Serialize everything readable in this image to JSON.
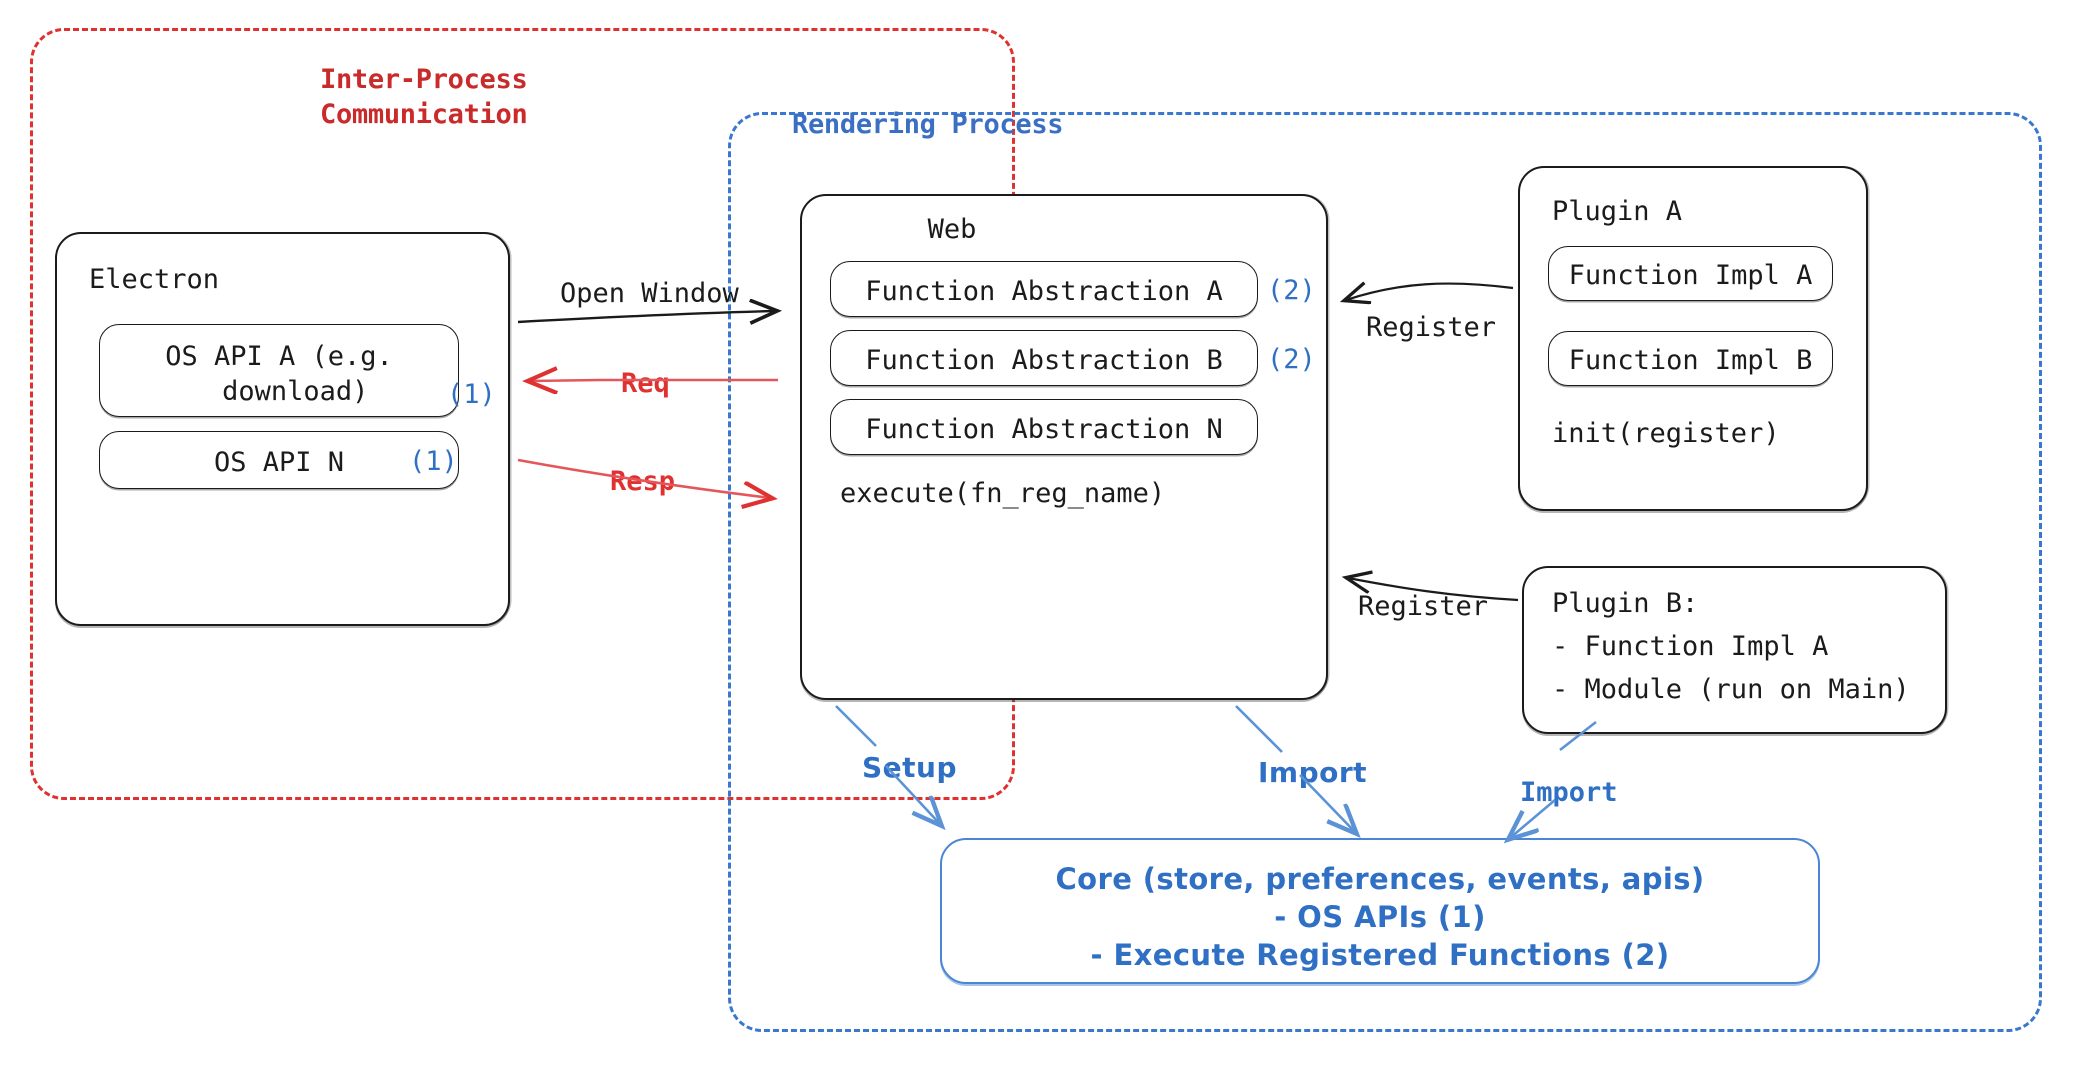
{
  "diagram": {
    "title": "Electron plugin architecture",
    "colors": {
      "ipc_red": "#e03131",
      "render_blue": "#3a78d0",
      "marker_blue": "#2f6fc4",
      "ink_black": "#1b1b1b"
    }
  },
  "groups": {
    "ipc": {
      "label": "Inter-Process\nCommunication"
    },
    "rendering": {
      "label": "Rendering Process"
    }
  },
  "electron": {
    "title": "Electron",
    "apis": [
      {
        "label": "OS API A (e.g.\n  download)",
        "marker": "(1)"
      },
      {
        "label": "OS API N",
        "marker": "(1)"
      }
    ]
  },
  "web": {
    "title": "Web",
    "abstractions": [
      {
        "label": "Function Abstraction A",
        "marker": "(2)"
      },
      {
        "label": "Function Abstraction B",
        "marker": "(2)"
      },
      {
        "label": "Function Abstraction N",
        "marker": ""
      }
    ],
    "footer": "execute(fn_reg_name)"
  },
  "plugin_a": {
    "title": "Plugin A",
    "items": [
      "Function Impl A",
      "Function Impl B"
    ],
    "footer": "init(register)"
  },
  "plugin_b": {
    "lines": [
      "Plugin B:",
      "- Function Impl A",
      "- Module (run on Main)"
    ]
  },
  "core": {
    "lines": [
      "Core (store, preferences, events, apis)",
      "- OS APIs (1)",
      "- Execute Registered Functions (2)"
    ]
  },
  "edges": {
    "open_window": "Open Window",
    "req": "Req",
    "resp": "Resp",
    "register_top": "Register",
    "register_bottom": "Register",
    "setup": "Setup",
    "import_web": "Import",
    "import_plugin_b": "Import"
  }
}
